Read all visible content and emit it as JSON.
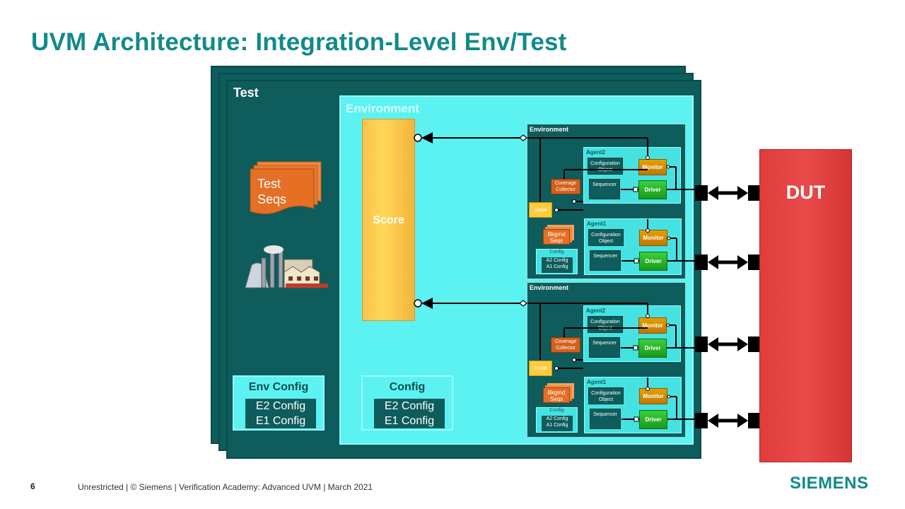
{
  "title": "UVM Architecture: Integration-Level Env/Test",
  "test_label": "Test",
  "environment_label": "Environment",
  "score_label": "Score",
  "test_seqs": [
    "Test",
    "Seqs"
  ],
  "env_config": {
    "title": "Env Config",
    "items": [
      "E2 Config",
      "E1 Config"
    ]
  },
  "config": {
    "title": "Config",
    "items": [
      "E2 Config",
      "E1 Config"
    ]
  },
  "sub_environments": [
    {
      "label": "Environment",
      "coverage_collector": "Coverage Collector",
      "score": "Score",
      "bkgnd_seqs": "Bkgrnd Seqs",
      "config_title": "Config",
      "config_items": [
        "A2 Config",
        "A1 Config"
      ],
      "agents": [
        {
          "label": "Agent2",
          "config_object": "Configuration Object",
          "sequencer": "Sequencer",
          "monitor": "Monitor",
          "driver": "Driver"
        },
        {
          "label": "Agent1",
          "config_object": "Configuration Object",
          "sequencer": "Sequencer",
          "monitor": "Monitor",
          "driver": "Driver"
        }
      ]
    },
    {
      "label": "Environment",
      "coverage_collector": "Coverage Collector",
      "score": "Score",
      "bkgnd_seqs": "Bkgmd Seqs",
      "config_title": "Config",
      "config_items": [
        "A2 Config",
        "A1 Config"
      ],
      "agents": [
        {
          "label": "Agent2",
          "config_object": "Configuration Object",
          "sequencer": "Sequencer",
          "monitor": "Monitor",
          "driver": "Driver"
        },
        {
          "label": "Agent1",
          "config_object": "Configuration Object",
          "sequencer": "Sequencer",
          "monitor": "Monitor",
          "driver": "Driver"
        }
      ]
    }
  ],
  "dut_label": "DUT",
  "footer": {
    "page_number": "6",
    "text": "Unrestricted | © Siemens | Verification Academy: Advanced UVM | March 2021"
  },
  "logo": "SIEMENS",
  "colors": {
    "teal_title": "#128a8a",
    "frame": "#0e5c5c",
    "cyan": "#5cf2f2",
    "dut_red": "#e03c3c",
    "score_yellow": "#ffd858"
  }
}
